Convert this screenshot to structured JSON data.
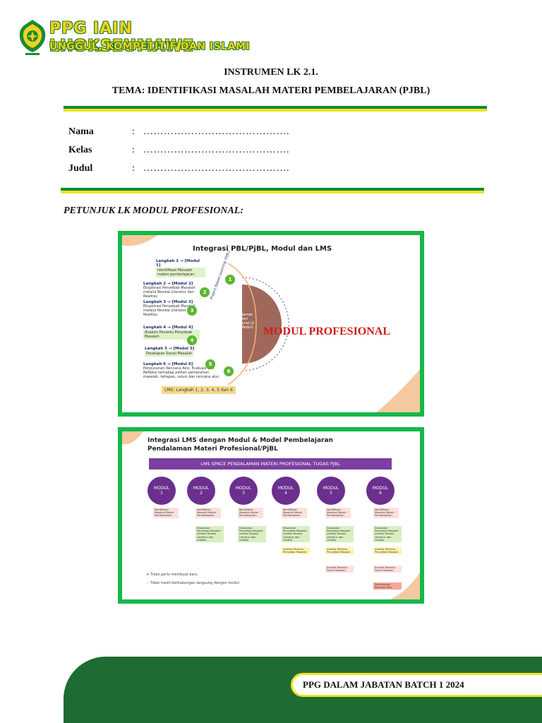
{
  "header": {
    "logo_title": "PPG IAIN LHOKSEUMAWE",
    "logo_subtitle": "UNGGUL, KOMPETITIF DAN ISLAMI"
  },
  "document": {
    "title_line1": "INSTRUMEN LK 2.1.",
    "title_line2": "TEMA: IDENTIFIKASI MASALAH MATERI PEMBELAJARAN (PJBL)"
  },
  "identity": {
    "rows": [
      {
        "label": "Nama",
        "colon": ":",
        "value": "……………………………………."
      },
      {
        "label": "Kelas",
        "colon": ":",
        "value": "……………………………………."
      },
      {
        "label": "Judul",
        "colon": ":",
        "value": "……………………………………."
      }
    ]
  },
  "instruction": "PETUNJUK LK MODUL PROFESIONAL:",
  "figure1": {
    "title": "Integrasi PBL/PjBL, Modul dan LMS",
    "steps": [
      {
        "head": "Langkah 1 → [Modul 1]",
        "text": "Identifikasi Masalah materi pembelajaran"
      },
      {
        "head": "Langkah 2 → [Modul 2]",
        "text": "Eksplorasi Penyebab Masalah melalui Review Literatur dan Realitas"
      },
      {
        "head": "Langkah 3 → [Modul 3]",
        "text": "Eksplorasi Penyebab Masalah melalui Review Literatur dan Realitas"
      },
      {
        "head": "Langkah 4 → [Modul 4]",
        "text": "Analisis Penentu Penyebab Masalah"
      },
      {
        "head": "Langkah 5 → [Modul 5]",
        "text": "Penetapan Solusi Masalah"
      },
      {
        "head": "Langkah 6 → [Modul 6]",
        "text": "Penyusunan Rencana Aksi, Evaluasi dan Refleksi terhadap pilihan pemecahan masalah, tahapan, solusi dan rencana aksi"
      }
    ],
    "numbers": [
      "1",
      "2",
      "3",
      "4",
      "5",
      "6"
    ],
    "arc_label": "Project Based Learning (PjBL)",
    "center_label": "Pendalaman Materi Profesional (2 sks/4 Modul)",
    "overlay": "MODUL PROFESIONAL",
    "lms_note": "LMS: Langkah 1, 2, 3, 4, 5 dan 6"
  },
  "figure2": {
    "title_line1": "Integrasi LMS dengan Modul & Model Pembelajaran",
    "title_line2": "Pendalaman Materi Profesional/PjBL",
    "bar": "LMS SPACE PENDALAMAN MATERI PROFESIONAL TUGAS PjBL",
    "moduls": [
      {
        "label": "MODUL",
        "num": "1"
      },
      {
        "label": "MODUL",
        "num": "2"
      },
      {
        "label": "MODUL",
        "num": "3"
      },
      {
        "label": "MODUL",
        "num": "4"
      },
      {
        "label": "MODUL",
        "num": "5"
      },
      {
        "label": "MODUL",
        "num": "6"
      }
    ],
    "items": {
      "identify": "Identifikasi Masalah Materi Pembelajaran",
      "explore": "Eksplorasi Penyebab Masalah melalui Review Literatur dan realitas",
      "analyze": "Analisis Penentu Penyebab Masalah",
      "solution": "Analisis Penentu Solusi Masalah",
      "plan": "Penyusunan Rencana Aksi"
    },
    "legend_star": "Tidak perlu membuat baru",
    "legend_arrow": "Tidak mesti berhubungan langsung dengan modul"
  },
  "footer": {
    "text": "PPG DALAM JABATAN BATCH 1 2024"
  },
  "colors": {
    "green": "#0d8a3a",
    "yellow": "#f1e321",
    "footer_green": "#1e6b34",
    "frame_green": "#15b84a",
    "purple": "#6b2f8e",
    "red": "#d01c1c"
  }
}
